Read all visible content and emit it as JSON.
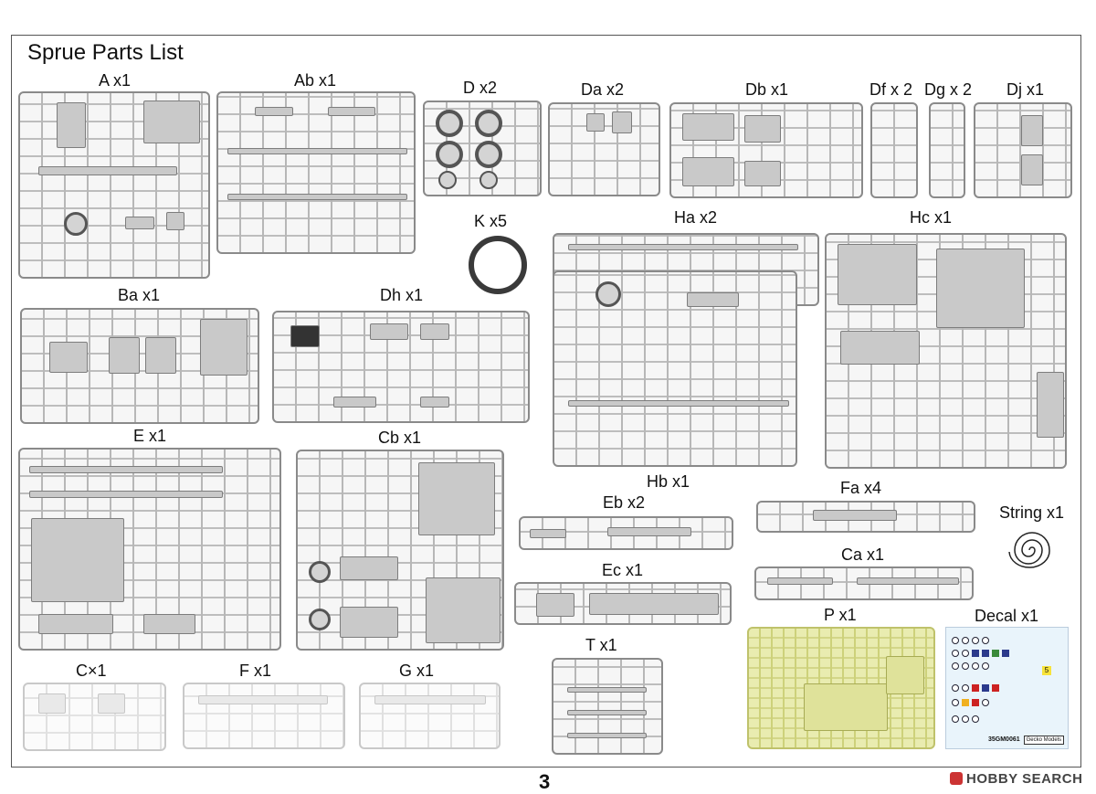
{
  "page": {
    "title": "Sprue Parts List",
    "page_number": "3"
  },
  "labels": {
    "A": "A x1",
    "Ab": "Ab x1",
    "D": "D x2",
    "Da": "Da x2",
    "Db": "Db x1",
    "Df": "Df x 2",
    "Dg": "Dg x 2",
    "Dj": "Dj x1",
    "K": "K x5",
    "Ha": "Ha x2",
    "Hc": "Hc x1",
    "Ba": "Ba x1",
    "Dh": "Dh x1",
    "E": "E x1",
    "Cb": "Cb x1",
    "Hb": "Hb x1",
    "Eb": "Eb x2",
    "Fa": "Fa x4",
    "String": "String x1",
    "Ca": "Ca x1",
    "Ec": "Ec x1",
    "P": "P x1",
    "Decal": "Decal  x1",
    "C": "C×1",
    "F": "F  x1",
    "G": "G  x1",
    "T": "T x1"
  },
  "decal_sheet": {
    "code": "35GM0061",
    "brand": "Gecko Models",
    "number_badge": "5"
  },
  "watermark": {
    "text": "HOBBY SEARCH"
  },
  "colors": {
    "frame": "#555555",
    "plastic": "#c9c9c9",
    "photo_etch": "#e9ecb0",
    "decal_bg": "#e9f4fb"
  }
}
